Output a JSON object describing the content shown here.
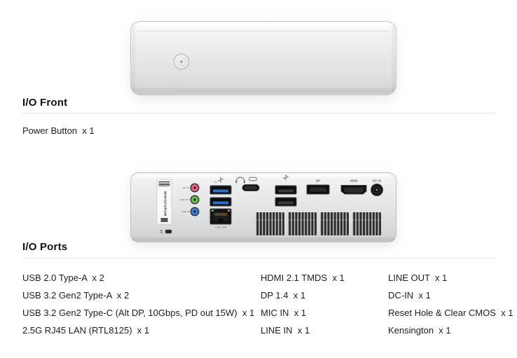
{
  "front_section": {
    "heading": "I/O Front",
    "items": [
      "Power Button  x 1"
    ]
  },
  "ports_section": {
    "heading": "I/O Ports",
    "columns": [
      {
        "items": [
          "USB 2.0 Type-A  x 2",
          "USB 3.2 Gen2 Type-A  x 2",
          "USB 3.2 Gen2 Type-C (Alt DP, 10Gbps, PD out 15W)  x 1",
          "2.5G RJ45 LAN (RTL8125)  x 1"
        ]
      },
      {
        "items": [
          "HDMI 2.1 TMDS  x 1",
          "DP 1.4  x 1",
          "MIC IN  x 1",
          "LINE IN  x 1"
        ]
      },
      {
        "items": [
          "LINE OUT  x 1",
          "DC-IN  x 1",
          "Reset Hole & Clear CMOS  x 1",
          "Kensington  x 1"
        ]
      }
    ]
  },
  "device_rear": {
    "labels": {
      "brand": "MINISFORUM",
      "mic_in": "MIC IN",
      "line_out": "LINE OUT",
      "line_in": "LINE IN",
      "usb_ss": "SS",
      "lan": "2.5G LAN",
      "dp": "DP",
      "hdmi": "HDMI",
      "dc_in": "DC IN"
    }
  },
  "colors": {
    "background": "#ffffff",
    "divider": "#e4e4e6",
    "text": "#1d1d1f",
    "chassis_light": "#f2f3f4",
    "chassis_dark": "#c9cacc",
    "jack_mic": "#e8627d",
    "jack_line_out": "#6abf4b",
    "jack_line_in": "#3d7edb",
    "usb_tongue": "#2e6fce",
    "led_green": "#58d05e",
    "led_amber": "#e6a23c"
  }
}
